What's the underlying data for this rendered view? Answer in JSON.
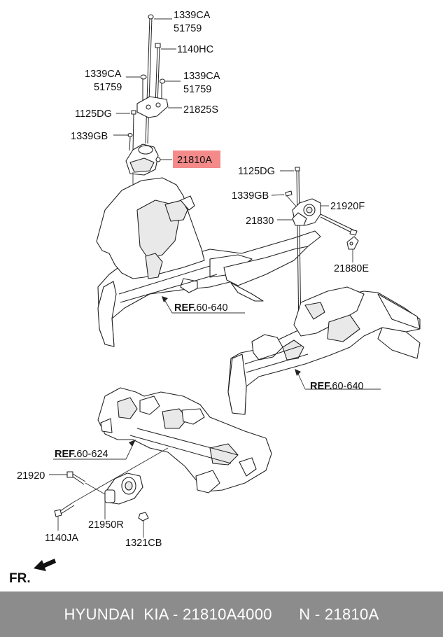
{
  "labels": {
    "l_1339ca_a": "1339CA",
    "l_51759_a": "51759",
    "l_1140hc": "1140HC",
    "l_1339ca_b": "1339CA",
    "l_51759_b": "51759",
    "l_1339ca_c": "1339CA",
    "l_51759_c": "51759",
    "l_1125dg_a": "1125DG",
    "l_21825s": "21825S",
    "l_1339gb_a": "1339GB",
    "l_21810a": "21810A",
    "l_1125dg_b": "1125DG",
    "l_1339gb_b": "1339GB",
    "l_21920f": "21920F",
    "l_21830": "21830",
    "l_21880e": "21880E",
    "l_21920": "21920",
    "l_21950r": "21950R",
    "l_1140ja": "1140JA",
    "l_1321cb": "1321CB"
  },
  "refs": {
    "ref_prefix": "REF.",
    "ref1_num": "60-640",
    "ref2_num": "60-640",
    "ref3_num": "60-624"
  },
  "front_marker": "FR.",
  "highlight_color": "#f48a8a",
  "footer": {
    "text": "HYUNDAI  KIA - 21810A4000      N - 21810A"
  }
}
